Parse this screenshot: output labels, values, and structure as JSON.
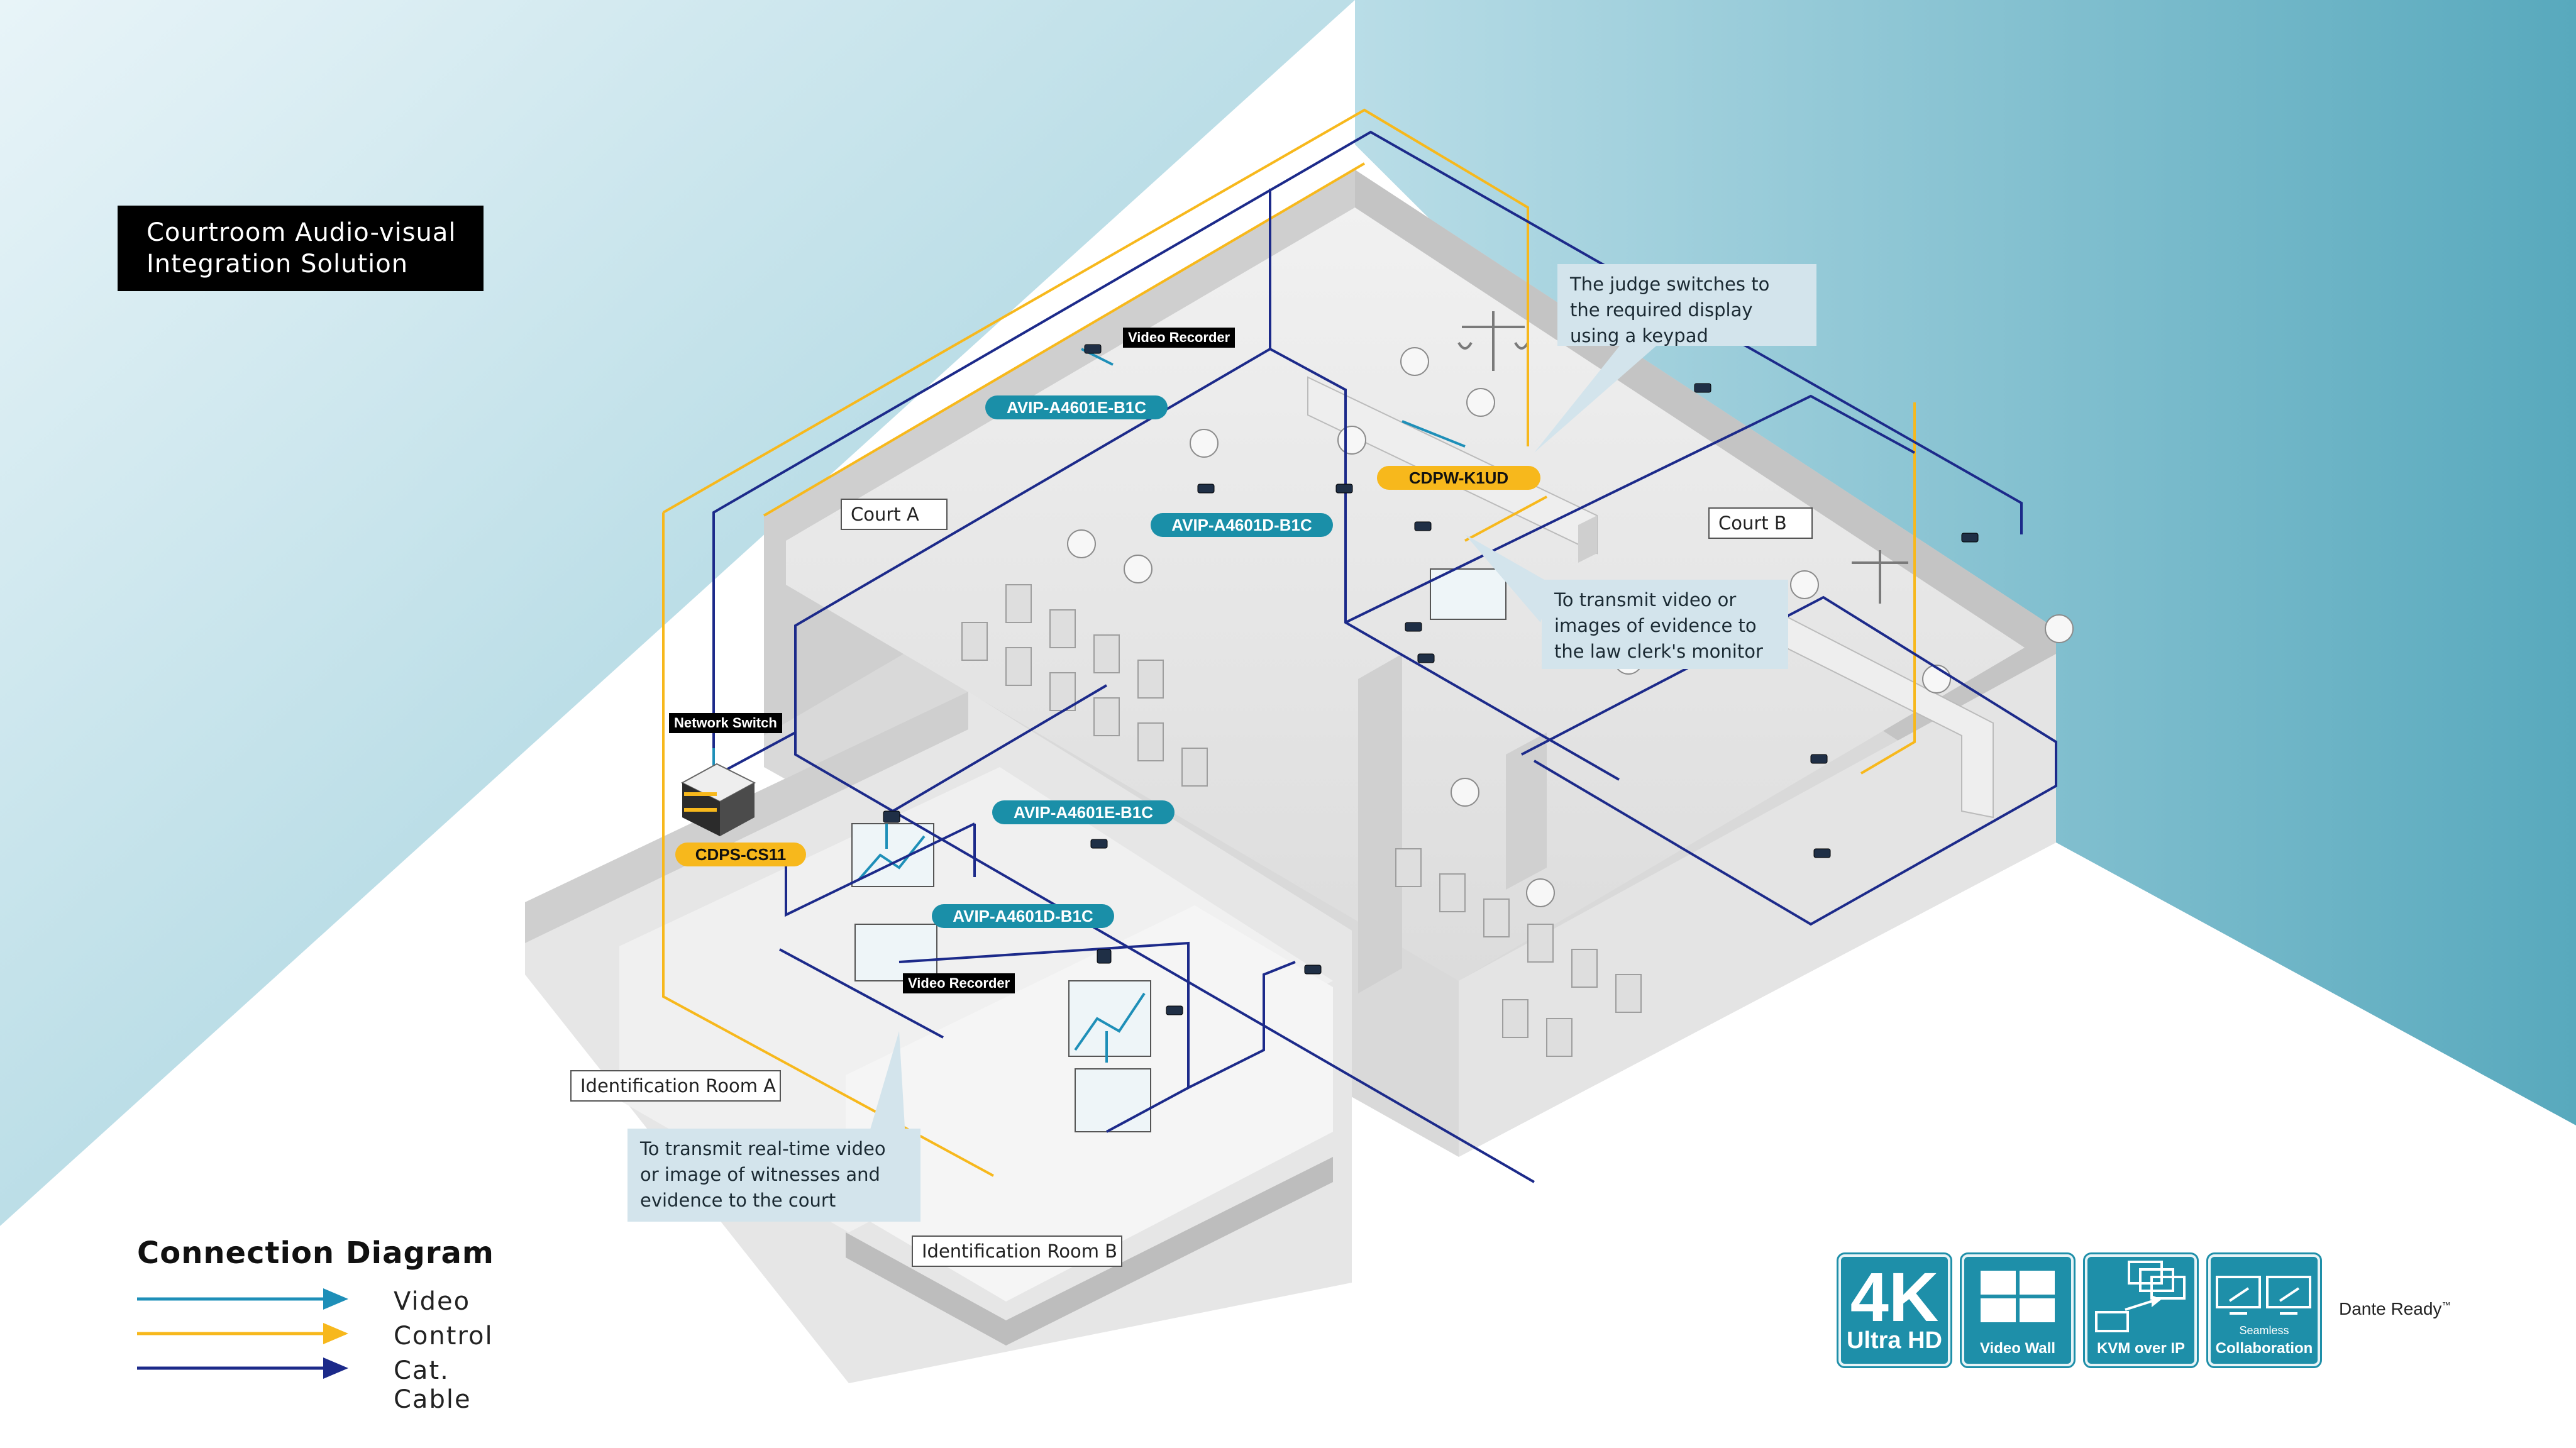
{
  "title": {
    "line1": "Courtroom Audio-visual",
    "line2": "Integration Solution"
  },
  "legend": {
    "title": "Connection Diagram",
    "items": [
      {
        "label": "Video",
        "color": "#1e8fb8"
      },
      {
        "label": "Control",
        "color": "#f7b81c"
      },
      {
        "label": "Cat. Cable",
        "color": "#1c2a8a"
      }
    ]
  },
  "rooms": {
    "court_a": "Court A",
    "court_b": "Court B",
    "id_room_a": "Identification Room A",
    "id_room_b": "Identification Room B"
  },
  "devices": {
    "encoder_top": "AVIP-A4601E-B1C",
    "decoder_top": "AVIP-A4601D-B1C",
    "keypad": "CDPW-K1UD",
    "switch_model": "CDPS-CS11",
    "encoder_mid": "AVIP-A4601E-B1C",
    "decoder_mid": "AVIP-A4601D-B1C",
    "video_recorder_top": "Video Recorder",
    "video_recorder_bottom": "Video Recorder",
    "network_switch": "Network Switch"
  },
  "callouts": {
    "judge": [
      "The judge switches to",
      "the required display",
      "using a keypad"
    ],
    "clerk": [
      "To transmit video or",
      "images of evidence to",
      "the law clerk's monitor"
    ],
    "witness": [
      "To transmit real-time video",
      "or image of witnesses and",
      "evidence to the court"
    ]
  },
  "features": {
    "f4k_big": "4K",
    "f4k_sub": "Ultra HD",
    "videowall": "Video Wall",
    "kvm": "KVM over IP",
    "collab_small": "Seamless",
    "collab": "Collaboration",
    "dante": "Dante Ready",
    "dante_tm": "™"
  },
  "colors": {
    "video": "#1e8fb8",
    "control": "#f7b81c",
    "cat": "#1c2a8a",
    "accent": "#1a8fa8"
  }
}
